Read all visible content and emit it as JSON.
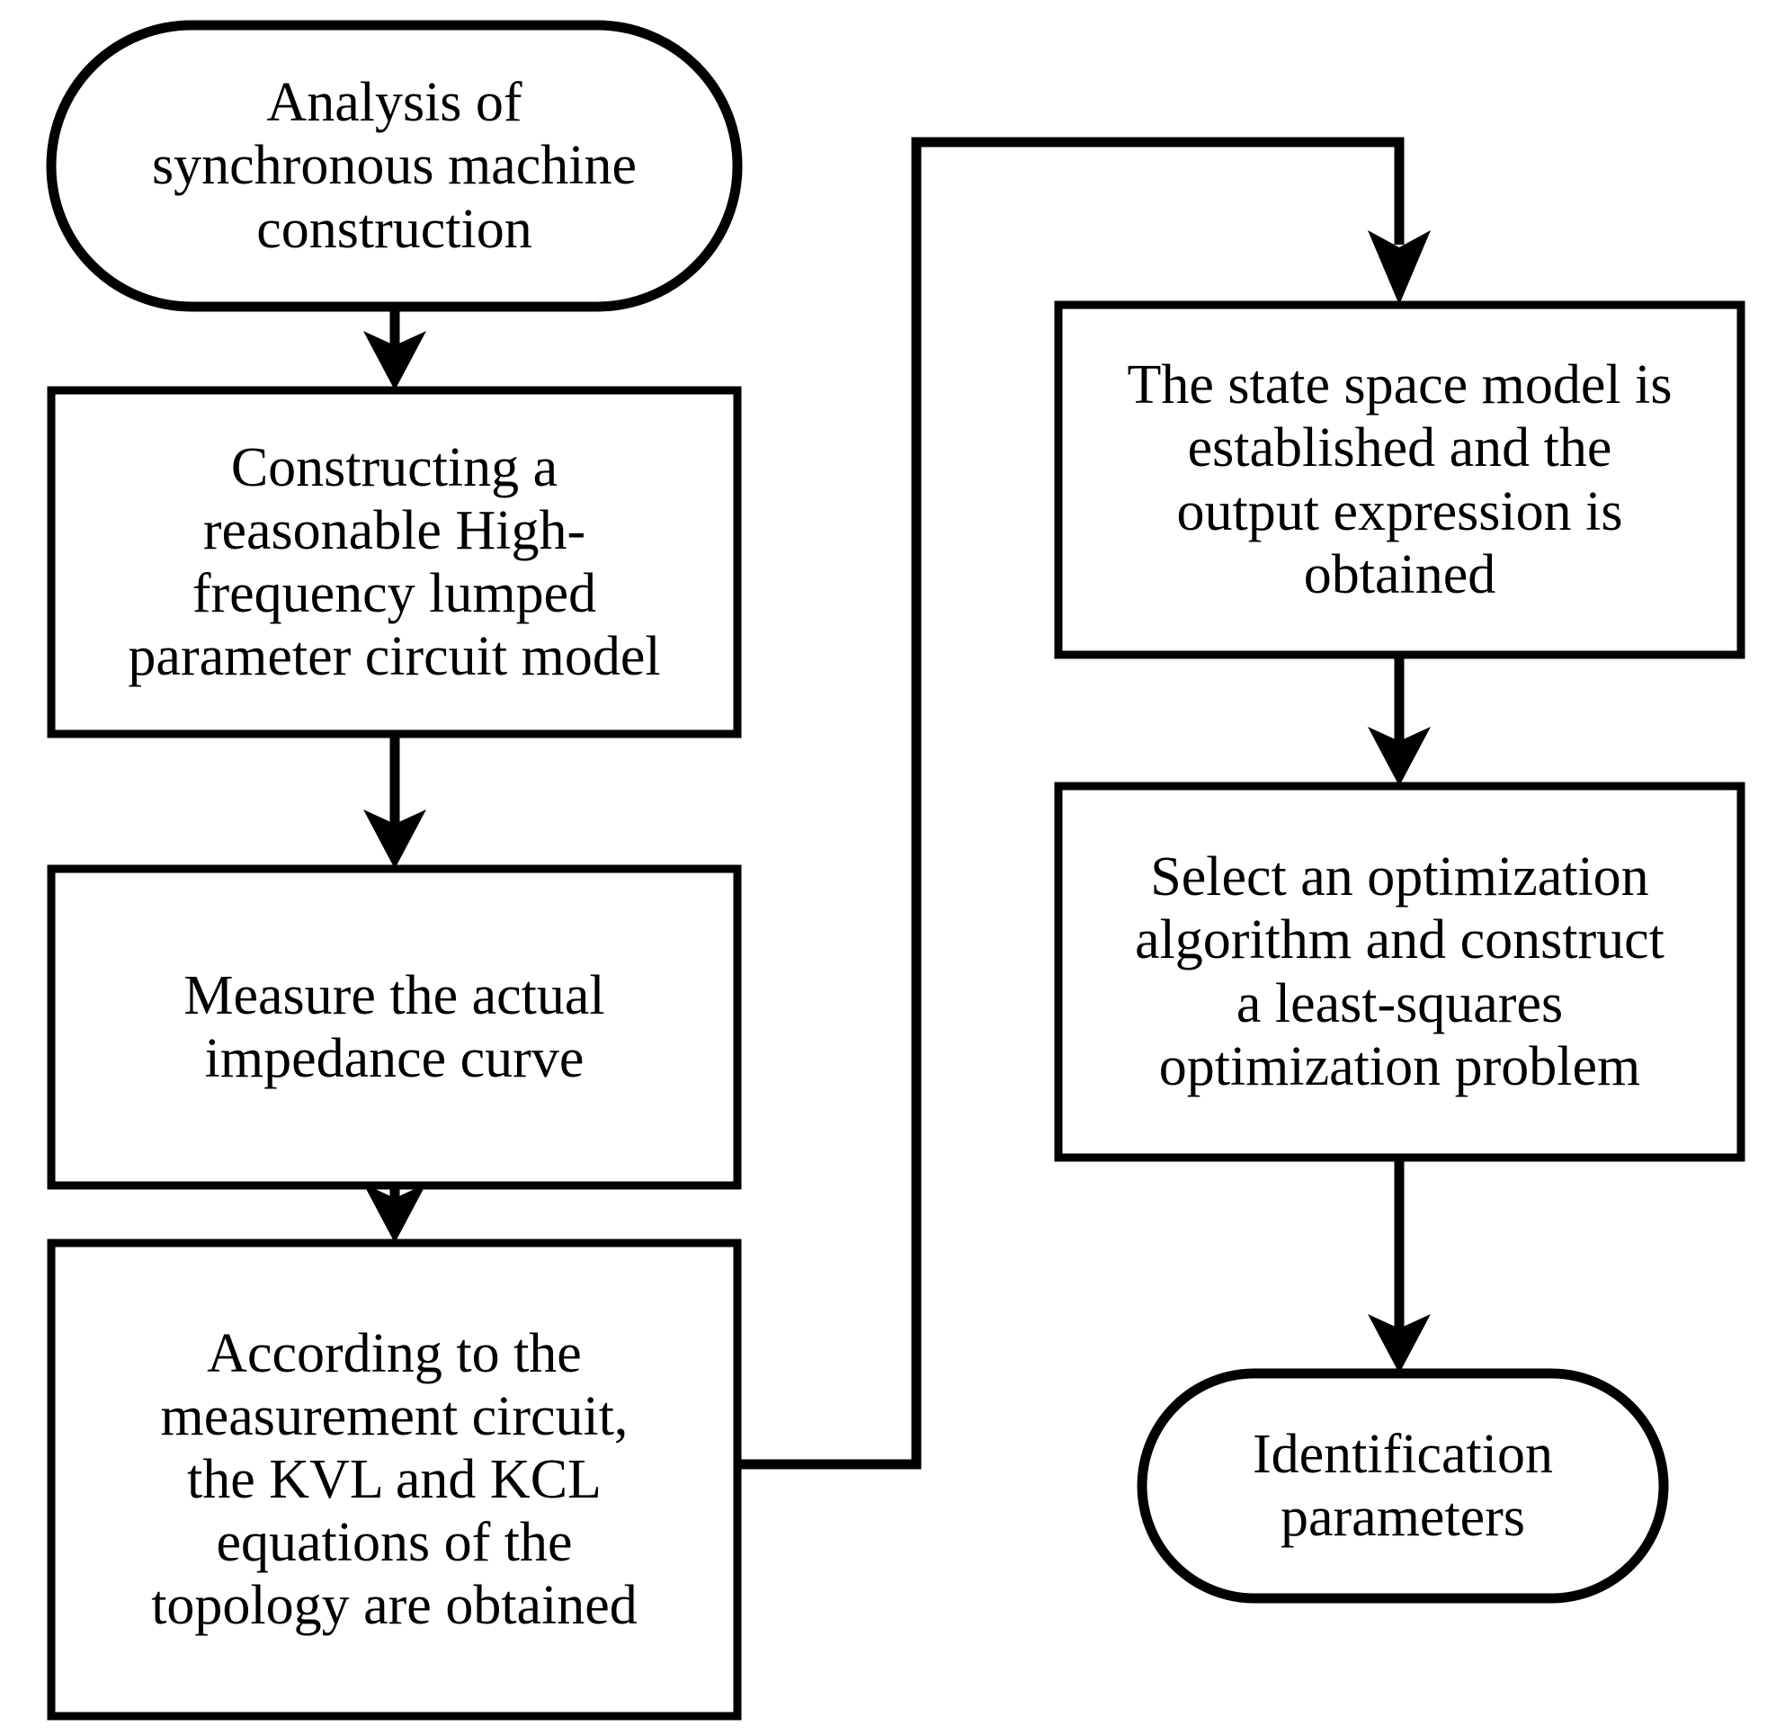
{
  "diagram": {
    "title": "Synchronous machine high-frequency parameter identification flowchart",
    "background_color": "#ffffff",
    "line_color": "#000000",
    "fill_color": "#ffffff",
    "nodes": [
      {
        "id": "start",
        "shape": "terminal",
        "label": "Analysis of\nsynchronous machine\nconstruction"
      },
      {
        "id": "construct-model",
        "shape": "process",
        "label": "Constructing a\nreasonable High-\nfrequency lumped\nparameter circuit model"
      },
      {
        "id": "measure-impedance",
        "shape": "process",
        "label": "Measure the actual\nimpedance curve"
      },
      {
        "id": "kvl-kcl",
        "shape": "process",
        "label": "According to the\nmeasurement circuit,\nthe KVL and KCL\nequations of the\ntopology are obtained"
      },
      {
        "id": "state-space",
        "shape": "process",
        "label": "The state space model is\nestablished and the\noutput expression is\nobtained"
      },
      {
        "id": "optimization",
        "shape": "process",
        "label": "Select an optimization\nalgorithm and construct\na least-squares\noptimization problem"
      },
      {
        "id": "end",
        "shape": "terminal",
        "label": "Identification\nparameters"
      }
    ],
    "edges": [
      {
        "id": "e1",
        "from": "start",
        "to": "construct-model",
        "kind": "straight-down",
        "arrow": true
      },
      {
        "id": "e2",
        "from": "construct-model",
        "to": "measure-impedance",
        "kind": "straight-down",
        "arrow": true
      },
      {
        "id": "e3",
        "from": "measure-impedance",
        "to": "kvl-kcl",
        "kind": "straight-down",
        "arrow": true
      },
      {
        "id": "e4",
        "from": "kvl-kcl",
        "to": "state-space",
        "kind": "right-up-right-down",
        "arrow": true
      },
      {
        "id": "e5",
        "from": "state-space",
        "to": "optimization",
        "kind": "straight-down",
        "arrow": true
      },
      {
        "id": "e6",
        "from": "optimization",
        "to": "end",
        "kind": "straight-down",
        "arrow": true
      }
    ]
  }
}
